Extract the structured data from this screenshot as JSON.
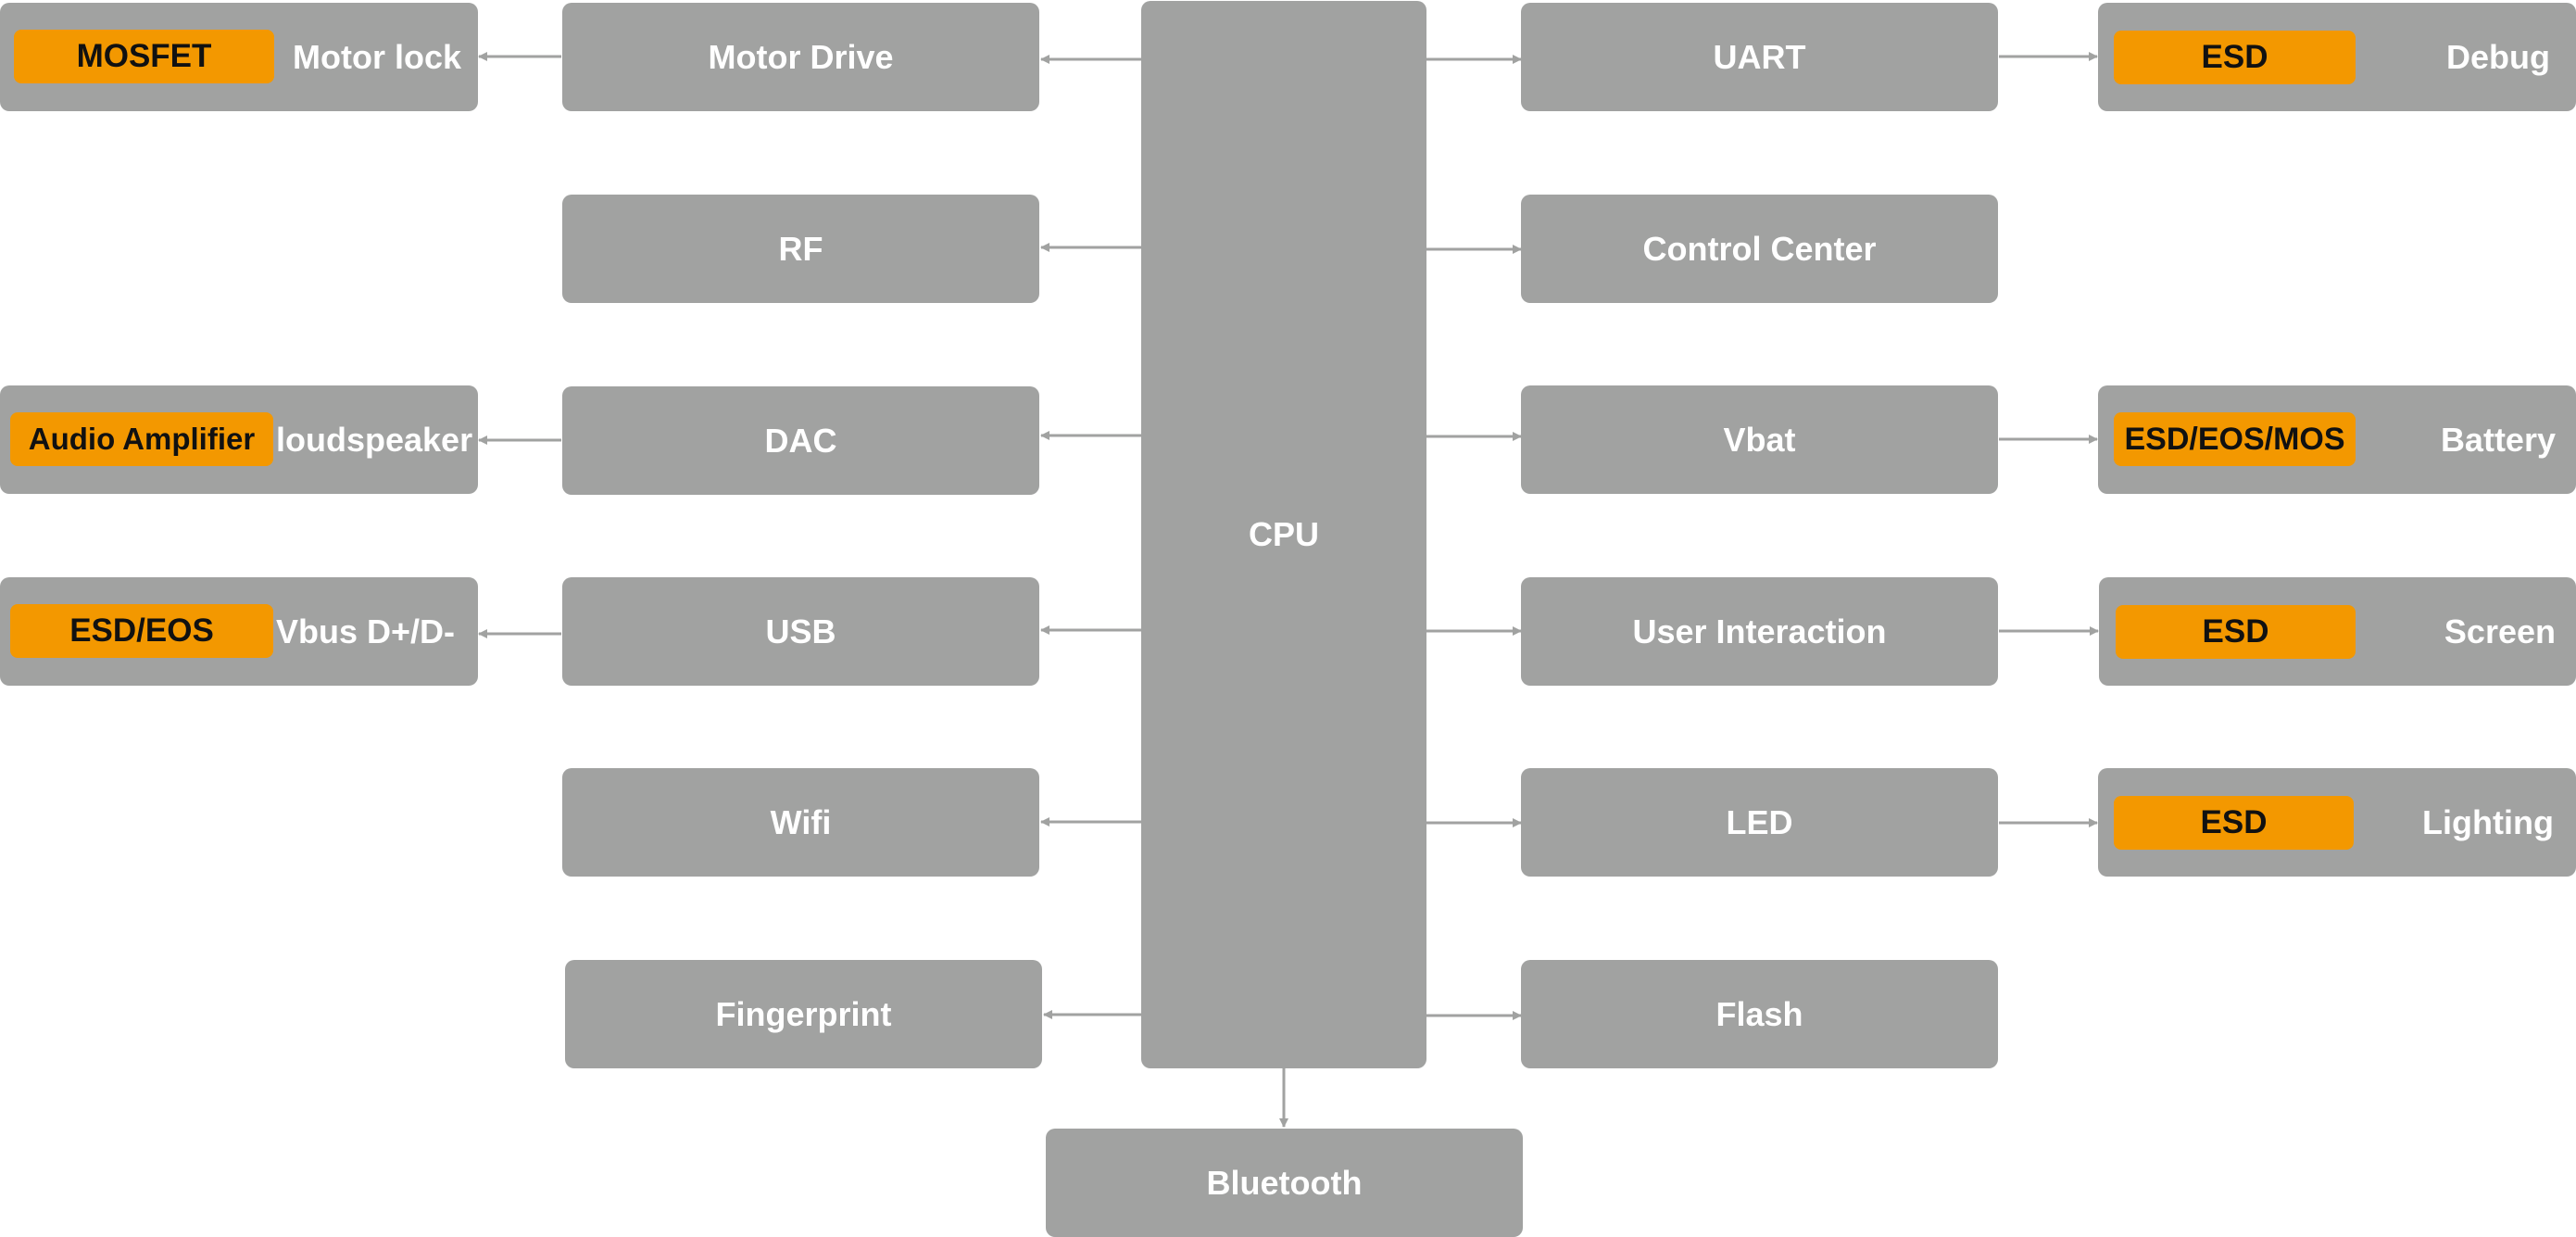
{
  "colors": {
    "block": "#a1a2a1",
    "tag": "#f39800",
    "arrow": "#a1a2a1",
    "block_text": "#ffffff",
    "tag_text": "#111111"
  },
  "cpu": "CPU",
  "left_blocks": [
    "Motor Drive",
    "RF",
    "DAC",
    "USB",
    "Wifi",
    "Fingerprint"
  ],
  "right_blocks": [
    "UART",
    "Control Center",
    "Vbat",
    "User Interaction",
    "LED",
    "Flash"
  ],
  "bottom_block": "Bluetooth",
  "left_ext": [
    {
      "tag": "MOSFET",
      "label": "Motor lock"
    },
    {
      "tag": "Audio Amplifier",
      "label": "loudspeaker"
    },
    {
      "tag": "ESD/EOS",
      "label": "Vbus D+/D-"
    }
  ],
  "right_ext": [
    {
      "tag": "ESD",
      "label": "Debug"
    },
    {
      "tag": "ESD/EOS/MOS",
      "label": "Battery"
    },
    {
      "tag": "ESD",
      "label": "Screen"
    },
    {
      "tag": "ESD",
      "label": "Lighting"
    }
  ]
}
